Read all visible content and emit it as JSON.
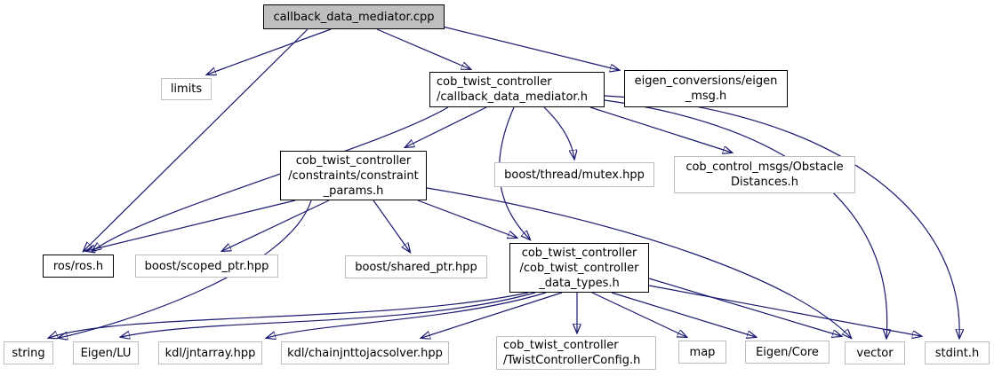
{
  "diagram": {
    "type": "include-dependency-graph",
    "colors": {
      "edge": "#191970",
      "root_node_fill": "#bfbfbf",
      "documented_node_border": "#000000",
      "external_node_border": "#bebebe",
      "node_fill": "#ffffff",
      "text": "#000000"
    },
    "nodes": {
      "cpp": {
        "label": "callback_data_mediator.cpp"
      },
      "limits": {
        "label": "limits"
      },
      "cdmh": {
        "label": "cob_twist_controller\n/callback_data_mediator.h"
      },
      "eigenmsg": {
        "label": "eigen_conversions/eigen\n_msg.h"
      },
      "cparams": {
        "label": "cob_twist_controller\n/constraints/constraint\n_params.h"
      },
      "mutex": {
        "label": "boost/thread/mutex.hpp"
      },
      "obstacle": {
        "label": "cob_control_msgs/Obstacle\nDistances.h"
      },
      "ros": {
        "label": "ros/ros.h"
      },
      "scoped": {
        "label": "boost/scoped_ptr.hpp"
      },
      "shared": {
        "label": "boost/shared_ptr.hpp"
      },
      "dtypes": {
        "label": "cob_twist_controller\n/cob_twist_controller\n_data_types.h"
      },
      "string": {
        "label": "string"
      },
      "eigenlu": {
        "label": "Eigen/LU"
      },
      "jntarray": {
        "label": "kdl/jntarray.hpp"
      },
      "chainjnt": {
        "label": "kdl/chainjnttojacsolver.hpp"
      },
      "twistcfg": {
        "label": "cob_twist_controller\n/TwistControllerConfig.h"
      },
      "map": {
        "label": "map"
      },
      "eigencore": {
        "label": "Eigen/Core"
      },
      "vector": {
        "label": "vector"
      },
      "stdint": {
        "label": "stdint.h"
      }
    },
    "edges": [
      {
        "from": "cpp",
        "to": "limits"
      },
      {
        "from": "cpp",
        "to": "ros"
      },
      {
        "from": "cpp",
        "to": "cdmh"
      },
      {
        "from": "cpp",
        "to": "eigenmsg"
      },
      {
        "from": "cdmh",
        "to": "cparams"
      },
      {
        "from": "cdmh",
        "to": "mutex"
      },
      {
        "from": "cdmh",
        "to": "obstacle"
      },
      {
        "from": "cdmh",
        "to": "dtypes"
      },
      {
        "from": "cdmh",
        "to": "ros"
      },
      {
        "from": "cdmh",
        "to": "vector"
      },
      {
        "from": "cdmh",
        "to": "stdint"
      },
      {
        "from": "cparams",
        "to": "ros"
      },
      {
        "from": "cparams",
        "to": "scoped"
      },
      {
        "from": "cparams",
        "to": "shared"
      },
      {
        "from": "cparams",
        "to": "dtypes"
      },
      {
        "from": "cparams",
        "to": "string"
      },
      {
        "from": "cparams",
        "to": "vector"
      },
      {
        "from": "dtypes",
        "to": "string"
      },
      {
        "from": "dtypes",
        "to": "eigenlu"
      },
      {
        "from": "dtypes",
        "to": "jntarray"
      },
      {
        "from": "dtypes",
        "to": "chainjnt"
      },
      {
        "from": "dtypes",
        "to": "twistcfg"
      },
      {
        "from": "dtypes",
        "to": "map"
      },
      {
        "from": "dtypes",
        "to": "eigencore"
      },
      {
        "from": "dtypes",
        "to": "vector"
      },
      {
        "from": "dtypes",
        "to": "stdint"
      }
    ]
  }
}
